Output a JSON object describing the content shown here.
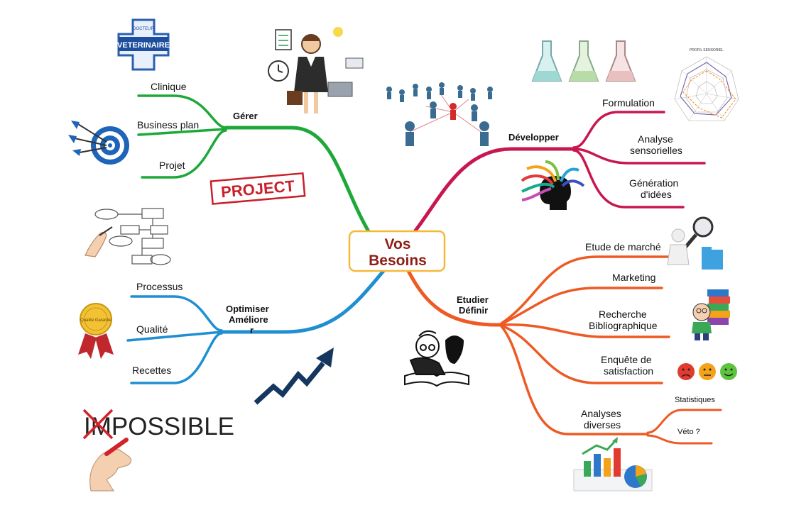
{
  "center": {
    "line1": "Vos",
    "line2": "Besoins"
  },
  "branches": {
    "gerer": {
      "title": "Gérer",
      "color": "#1fa83a",
      "items": [
        "Clinique",
        "Business plan",
        "Projet"
      ]
    },
    "optimiser": {
      "title_lines": [
        "Optimiser",
        "Améliore",
        "r"
      ],
      "color": "#1f8fd1",
      "items": [
        "Processus",
        "Qualité",
        "Recettes"
      ]
    },
    "developper": {
      "title": "Développer",
      "color": "#c8174e",
      "items": [
        [
          "Formulation"
        ],
        [
          "Analyse",
          "sensorielles"
        ],
        [
          "Génération",
          "d'idées"
        ]
      ]
    },
    "etudier": {
      "title_lines": [
        "Etudier",
        "Définir"
      ],
      "color": "#ee5a24",
      "items": [
        [
          "Etude de marché"
        ],
        [
          "Marketing"
        ],
        [
          "Recherche",
          "Bibliographique"
        ],
        [
          "Enquête de",
          "satisfaction"
        ],
        [
          "Analyses",
          "diverses"
        ]
      ],
      "sub_items": [
        "Statistiques",
        "Véto ?"
      ]
    }
  },
  "decorations": {
    "veterinaire_sign": "VETERINAIRE",
    "veterinaire_top": "DOCTEUR",
    "project_stamp": "PROJECT",
    "impossible_text": "IMPOSSIBLE",
    "medal_text": "Qualité Garantie",
    "radar_title": "PROFIL SENSORIEL"
  },
  "icons": [
    "doctor-cross-icon",
    "target-icon",
    "businesswoman-icon",
    "network-people-icon",
    "beakers-icon",
    "radar-chart-icon",
    "head-arrows-icon",
    "flowchart-icon",
    "medal-icon",
    "growth-arrow-icon",
    "hand-pen-icon",
    "magnifier-figure-icon",
    "books-figure-icon",
    "smiley-faces-icon",
    "reading-person-icon",
    "charts-icon"
  ]
}
